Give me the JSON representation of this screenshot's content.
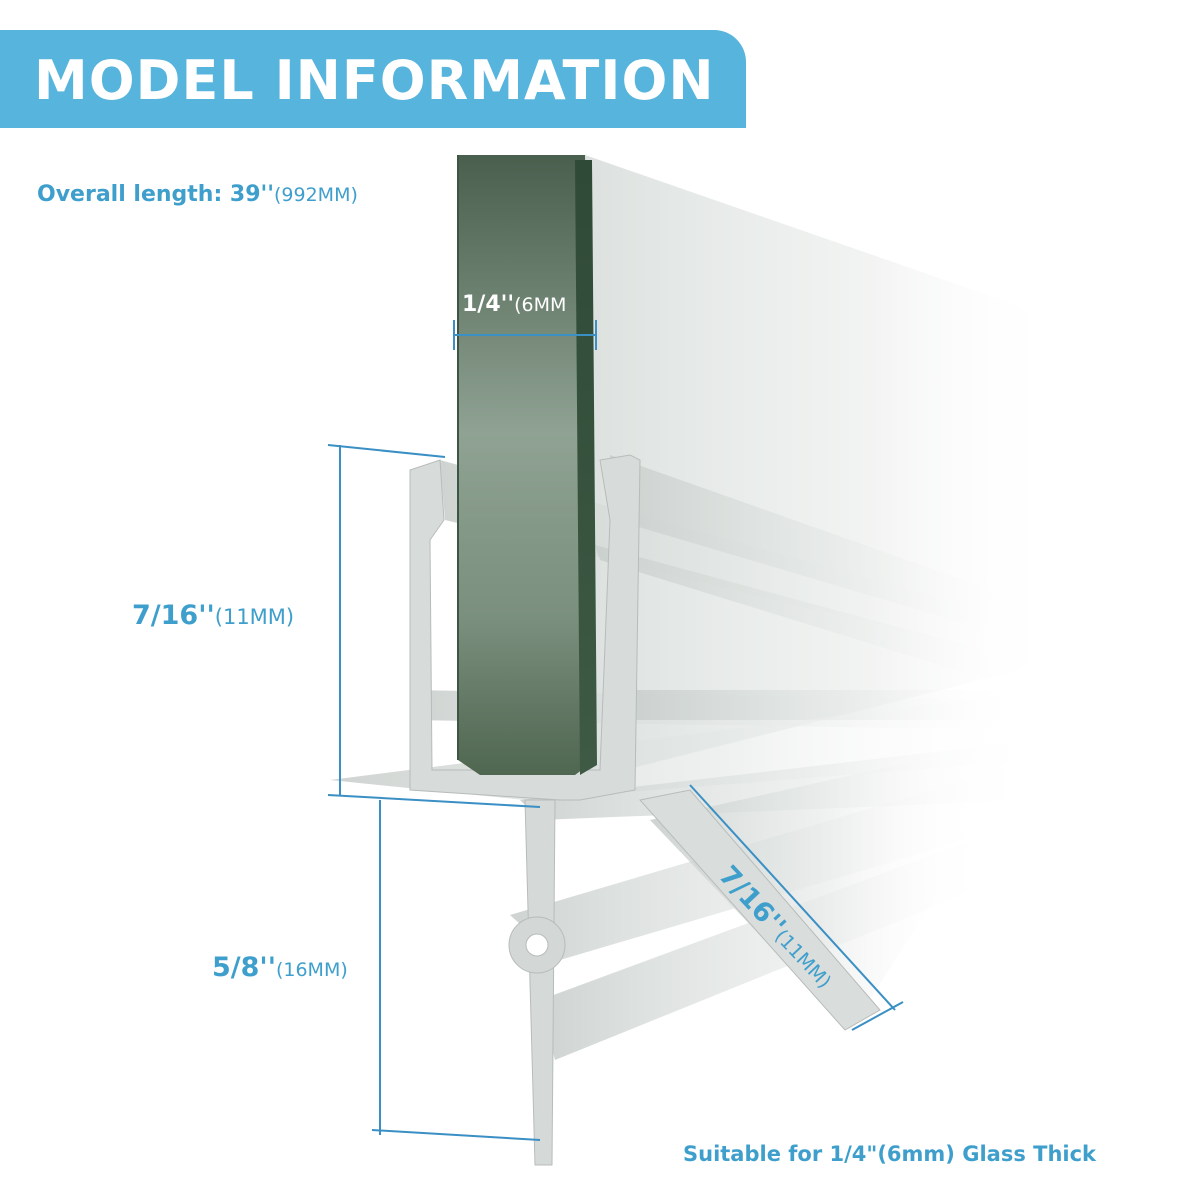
{
  "header": {
    "title": "MODEL INFORMATION"
  },
  "specs": {
    "overall_length": {
      "label": "Overall length: 39''",
      "sub": "(992MM)"
    },
    "glass_thickness": {
      "value": "1/4''",
      "sub": "(6MM"
    },
    "channel_height": {
      "value": "7/16''",
      "sub": "(11MM)"
    },
    "flange_height": {
      "value": "5/8''",
      "sub": "(16MM)"
    },
    "fin_length": {
      "value": "7/16''",
      "sub": "(11MM)"
    }
  },
  "note": "Suitable for 1/4\"(6mm) Glass Thick",
  "colors": {
    "accent": "#57b4dc",
    "text": "#3f9fcc",
    "dimension_line": "#3a8fc4",
    "glass": "#4f6a55"
  }
}
